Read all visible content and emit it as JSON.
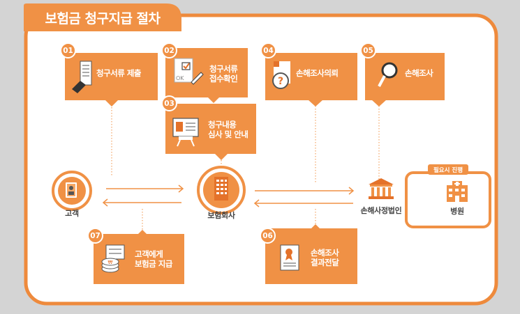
{
  "title": "보험금 청구지급 절차",
  "steps": {
    "s01": {
      "num": "01",
      "line1": "청구서류 제출",
      "line2": ""
    },
    "s02": {
      "num": "02",
      "line1": "청구서류",
      "line2": "접수확인",
      "ok": "OK"
    },
    "s03": {
      "num": "03",
      "line1": "청구내용",
      "line2": "심사 및 안내"
    },
    "s04": {
      "num": "04",
      "line1": "손해조사의뢰",
      "line2": ""
    },
    "s05": {
      "num": "05",
      "line1": "손해조사",
      "line2": ""
    },
    "s06": {
      "num": "06",
      "line1": "손해조사",
      "line2": "결과전달"
    },
    "s07": {
      "num": "07",
      "line1": "고객에게",
      "line2": "보험금 지급"
    }
  },
  "nodes": {
    "customer": "고객",
    "insurer": "보험회사",
    "adjuster": "손해사정법인",
    "hospital": "병원",
    "hospital_tag": "필요시 진행"
  },
  "colors": {
    "accent": "#f09145",
    "frame": "#ee8a3c",
    "background": "#d4d4d4"
  }
}
